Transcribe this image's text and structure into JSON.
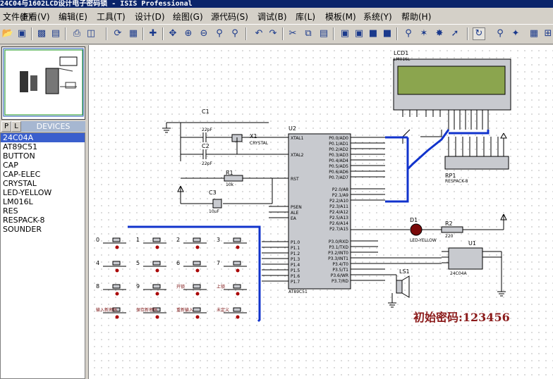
{
  "window": {
    "title": "24C04与1602LCD设计电子密码锁 - ISIS Professional"
  },
  "menu": [
    "文件(F)",
    "查看(V)",
    "编辑(E)",
    "工具(T)",
    "设计(D)",
    "绘图(G)",
    "源代码(S)",
    "调试(B)",
    "库(L)",
    "模板(M)",
    "系统(Y)",
    "帮助(H)"
  ],
  "menu_display": [
    "查看",
    "编辑",
    "工具",
    "设计",
    "绘图",
    "源代码",
    "调试",
    "库",
    "模板",
    "系统",
    "帮助"
  ],
  "panel": {
    "tabs": [
      "P",
      "L"
    ],
    "devices_header": "DEVICES",
    "devices": [
      "24C04A",
      "AT89C51",
      "BUTTON",
      "CAP",
      "CAP-ELEC",
      "CRYSTAL",
      "LED-YELLOW",
      "LM016L",
      "RES",
      "RESPACK-8",
      "SOUNDER"
    ],
    "selected": "24C04A"
  },
  "schematic": {
    "lcd": {
      "ref": "LCD1",
      "part": "LM016L"
    },
    "mcu": {
      "ref": "U2",
      "part": "AT89C51"
    },
    "eeprom": {
      "ref": "U1",
      "part": "24C04A"
    },
    "c1": {
      "ref": "C1",
      "value": "22pF"
    },
    "c2": {
      "ref": "C2",
      "value": "22pF"
    },
    "c3": {
      "ref": "C3",
      "value": "10uF"
    },
    "x1": {
      "ref": "X1",
      "part": "CRYSTAL"
    },
    "r1": {
      "ref": "R1",
      "value": "10k"
    },
    "r2": {
      "ref": "R2",
      "value": "220"
    },
    "rp1": {
      "ref": "RP1",
      "part": "RESPACK-8"
    },
    "d1": {
      "ref": "D1",
      "part": "LED-YELLOW"
    },
    "ls1": {
      "ref": "LS1"
    },
    "password_note": "初始密码:123456",
    "keys": [
      "0",
      "1",
      "2",
      "3",
      "4",
      "5",
      "6",
      "7",
      "8",
      "9",
      "开锁",
      "上锁",
      "输入新密码",
      "保存新密码",
      "重新输入",
      "未定义"
    ],
    "mcu_left_pins": [
      "XTAL1",
      "XTAL2",
      "RST",
      "PSEN",
      "ALE",
      "EA",
      "P1.0",
      "P1.1",
      "P1.2",
      "P1.3",
      "P1.4",
      "P1.5",
      "P1.6",
      "P1.7"
    ],
    "mcu_right_pins": [
      "P0.0/AD0",
      "P0.1/AD1",
      "P0.2/AD2",
      "P0.3/AD3",
      "P0.4/AD4",
      "P0.5/AD5",
      "P0.6/AD6",
      "P0.7/AD7",
      "P2.0/A8",
      "P2.1/A9",
      "P2.2/A10",
      "P2.3/A11",
      "P2.4/A12",
      "P2.5/A13",
      "P2.6/A14",
      "P2.7/A15",
      "P3.0/RXD",
      "P3.1/TXD",
      "P3.2/INT0",
      "P3.3/INT1",
      "P3.4/T0",
      "P3.5/T1",
      "P3.6/WR",
      "P3.7/RD"
    ]
  }
}
